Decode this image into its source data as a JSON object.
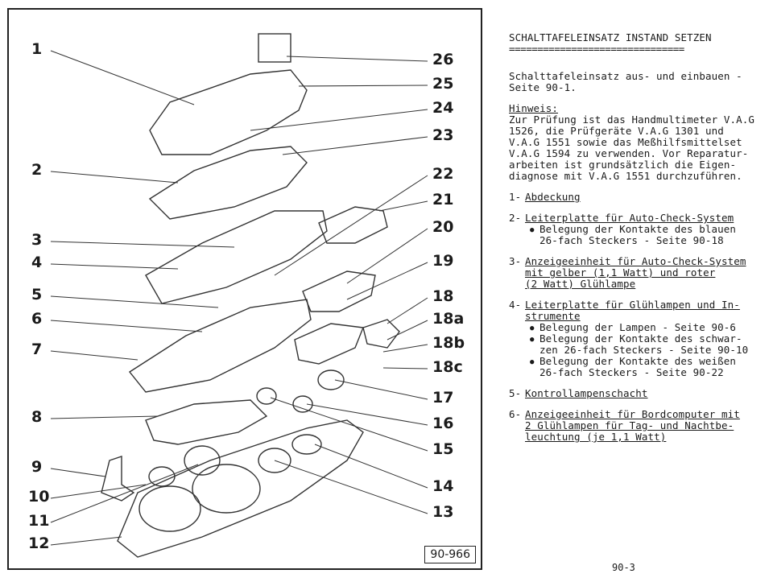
{
  "figure": {
    "reference": "90-966",
    "callouts": [
      "1",
      "2",
      "3",
      "4",
      "5",
      "6",
      "7",
      "8",
      "9",
      "10",
      "11",
      "12",
      "13",
      "14",
      "15",
      "16",
      "17",
      "18c",
      "18b",
      "18a",
      "18",
      "19",
      "20",
      "21",
      "22",
      "23",
      "24",
      "25",
      "26"
    ]
  },
  "text": {
    "title": "SCHALTTAFELEINSATZ INSTAND SETZEN",
    "title_rule": "===============================",
    "intro": "Schalttafeleinsatz aus- und einbauen -\nSeite 90-1.",
    "hinweis_heading": "Hinweis:",
    "hinweis_body": "Zur Prüfung ist das Handmultimeter V.A.G\n1526, die Prüfgeräte V.A.G 1301 und\nV.A.G 1551 sowie das Meßhilfsmittelset\nV.A.G 1594 zu verwenden. Vor Reparatur-\narbeiten ist grundsätzlich die Eigen-\ndiagnose mit V.A.G 1551 durchzuführen.",
    "items": [
      {
        "num": "1-",
        "title": "Abdeckung",
        "subs": []
      },
      {
        "num": "2-",
        "title": "Leiterplatte für Auto-Check-System",
        "subs": [
          "Belegung der Kontakte des blauen\n26-fach Steckers - Seite 90-18"
        ]
      },
      {
        "num": "3-",
        "title": "Anzeigeeinheit für Auto-Check-System\nmit gelber (1,1 Watt) und roter\n(2 Watt) Glühlampe",
        "subs": []
      },
      {
        "num": "4-",
        "title": "Leiterplatte für Glühlampen und In-\nstrumente",
        "subs": [
          "Belegung der Lampen - Seite 90-6",
          "Belegung der Kontakte des schwar-\nzen 26-fach Steckers - Seite 90-10",
          "Belegung der Kontakte des weißen\n26-fach Steckers - Seite 90-22"
        ]
      },
      {
        "num": "5-",
        "title": "Kontrollampenschacht",
        "subs": []
      },
      {
        "num": "6-",
        "title": "Anzeigeeinheit für Bordcomputer mit\n2 Glühlampen für Tag- und Nachtbe-\nleuchtung (je 1,1 Watt)",
        "subs": []
      }
    ],
    "page_number": "90-3"
  }
}
